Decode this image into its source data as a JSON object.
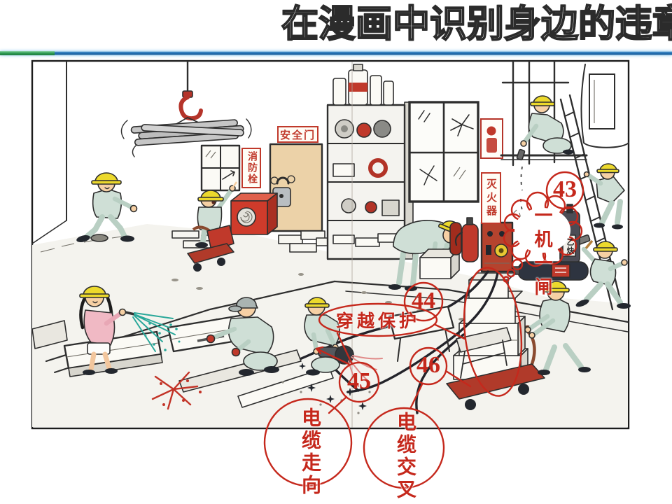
{
  "title": "在漫画中识别身边的违章",
  "colors": {
    "annotation_red": "#c5281c",
    "sign_red": "#c0392b",
    "helmet_yellow": "#ecd92c",
    "uniform_green": "#cfdfd6",
    "divider_green": "#2f9e55",
    "divider_blue": "#1e70b2"
  },
  "cartoon": {
    "signs": {
      "safety_door": "安全门",
      "fire_hydrant": "消防栓",
      "fire_extinguisher": "灭火器",
      "acetylene": "乙炔"
    },
    "annotations": {
      "a43": {
        "number": "43",
        "label": "一机一闸"
      },
      "a44": {
        "number": "44",
        "label": "穿越保护"
      },
      "a45": {
        "number": "45",
        "label": "电缆走向"
      },
      "a46": {
        "number": "46",
        "label": "电缆交叉"
      }
    }
  }
}
